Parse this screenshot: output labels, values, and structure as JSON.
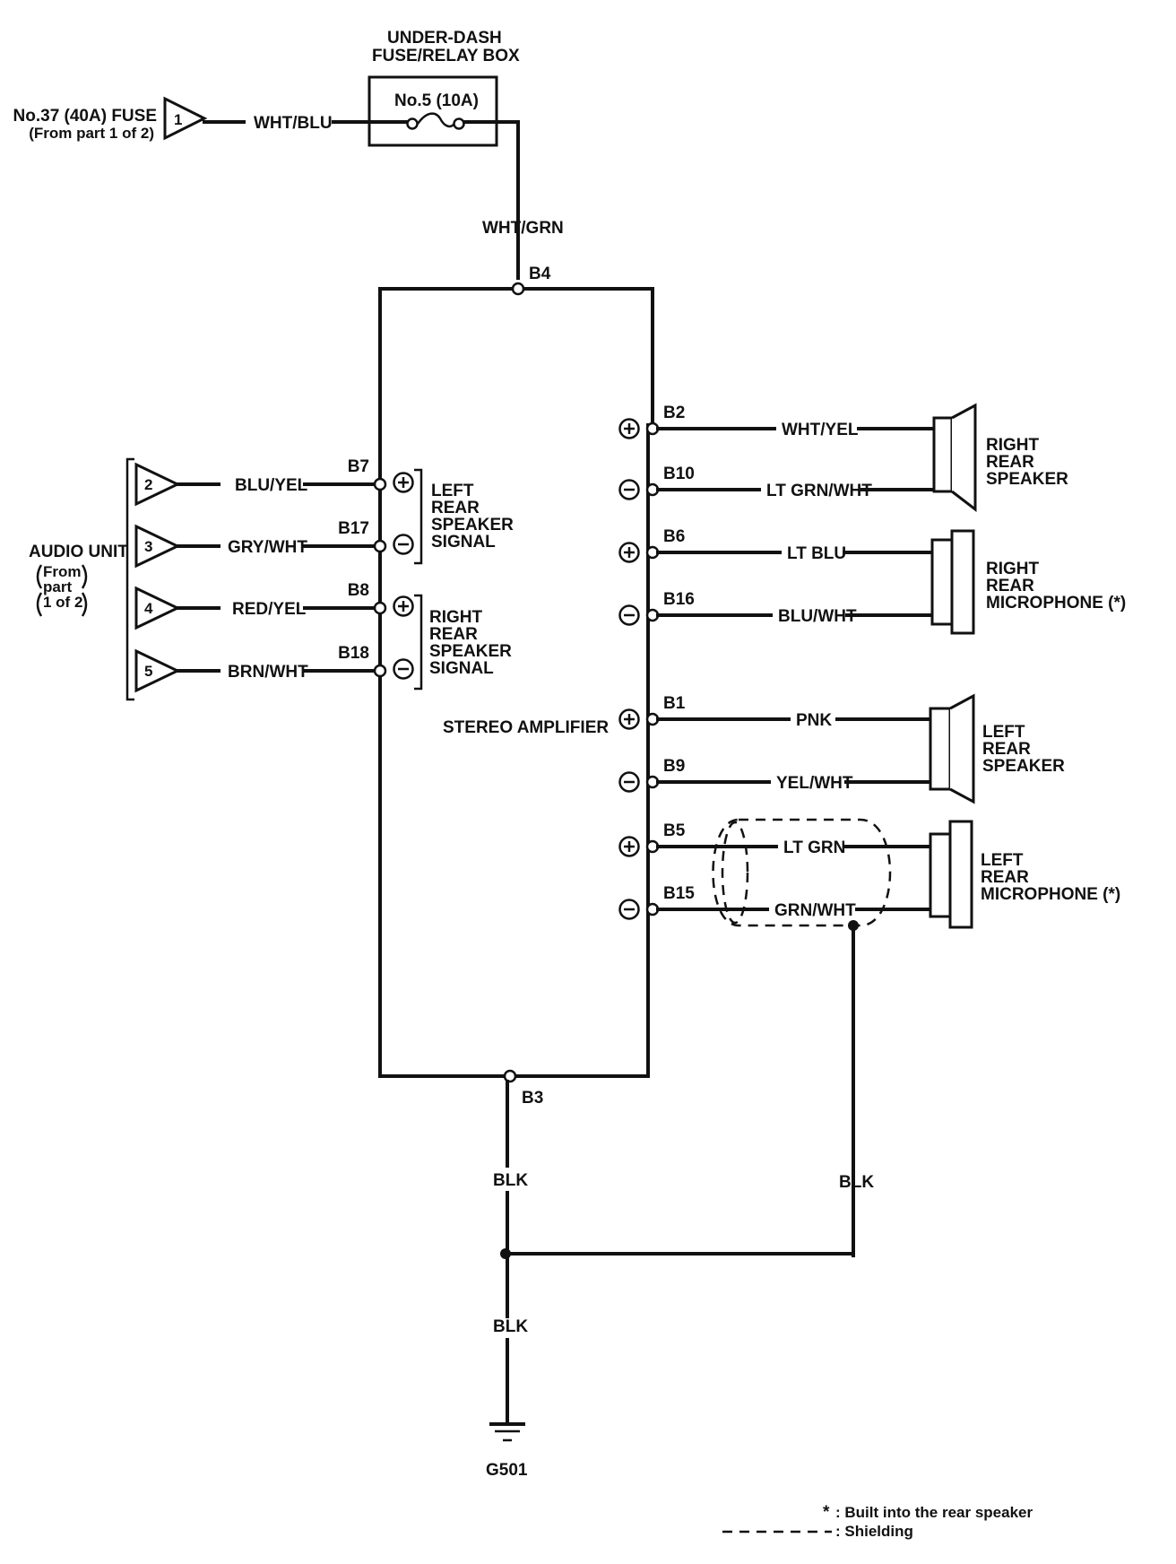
{
  "fuse_source": {
    "label": "No.37 (40A) FUSE",
    "sublabel": "(From part 1 of 2)",
    "connector_number": "1",
    "wire_color": "WHT/BLU"
  },
  "fuse_box": {
    "title_line1": "UNDER-DASH",
    "title_line2": "FUSE/RELAY BOX",
    "fuse_label": "No.5 (10A)",
    "output_wire": "WHT/GRN"
  },
  "amplifier": {
    "label": "STEREO AMPLIFIER",
    "power_terminal": "B4",
    "ground_terminal": "B3"
  },
  "audio_unit": {
    "label": "AUDIO UNIT",
    "from_line1": "From",
    "from_line2": "part",
    "from_line3": "1 of 2",
    "inputs": [
      {
        "number": "2",
        "wire": "BLU/YEL",
        "terminal": "B7",
        "polarity": "+"
      },
      {
        "number": "3",
        "wire": "GRY/WHT",
        "terminal": "B17",
        "polarity": "−"
      },
      {
        "number": "4",
        "wire": "RED/YEL",
        "terminal": "B8",
        "polarity": "+"
      },
      {
        "number": "5",
        "wire": "BRN/WHT",
        "terminal": "B18",
        "polarity": "−"
      }
    ],
    "group_labels": [
      [
        "LEFT",
        "REAR",
        "SPEAKER",
        "SIGNAL"
      ],
      [
        "RIGHT",
        "REAR",
        "SPEAKER",
        "SIGNAL"
      ]
    ]
  },
  "outputs": [
    {
      "terminal": "B2",
      "wire": "WHT/YEL",
      "polarity": "+"
    },
    {
      "terminal": "B10",
      "wire": "LT GRN/WHT",
      "polarity": "−"
    },
    {
      "terminal": "B6",
      "wire": "LT BLU",
      "polarity": "+"
    },
    {
      "terminal": "B16",
      "wire": "BLU/WHT",
      "polarity": "−"
    },
    {
      "terminal": "B1",
      "wire": "PNK",
      "polarity": "+"
    },
    {
      "terminal": "B9",
      "wire": "YEL/WHT",
      "polarity": "−"
    },
    {
      "terminal": "B5",
      "wire": "LT GRN",
      "polarity": "+"
    },
    {
      "terminal": "B15",
      "wire": "GRN/WHT",
      "polarity": "−"
    }
  ],
  "devices": [
    {
      "lines": [
        "RIGHT",
        "REAR",
        "SPEAKER"
      ]
    },
    {
      "lines": [
        "RIGHT",
        "REAR",
        "MICROPHONE (*)"
      ]
    },
    {
      "lines": [
        "LEFT",
        "REAR",
        "SPEAKER"
      ]
    },
    {
      "lines": [
        "LEFT",
        "REAR",
        "MICROPHONE (*)"
      ]
    }
  ],
  "ground": {
    "wire_amp": "BLK",
    "wire_shield": "BLK",
    "wire_main": "BLK",
    "ground_point": "G501"
  },
  "legend": {
    "asterisk_symbol": "*",
    "asterisk_text": ": Built into the rear speaker",
    "dash_text": ": Shielding"
  }
}
